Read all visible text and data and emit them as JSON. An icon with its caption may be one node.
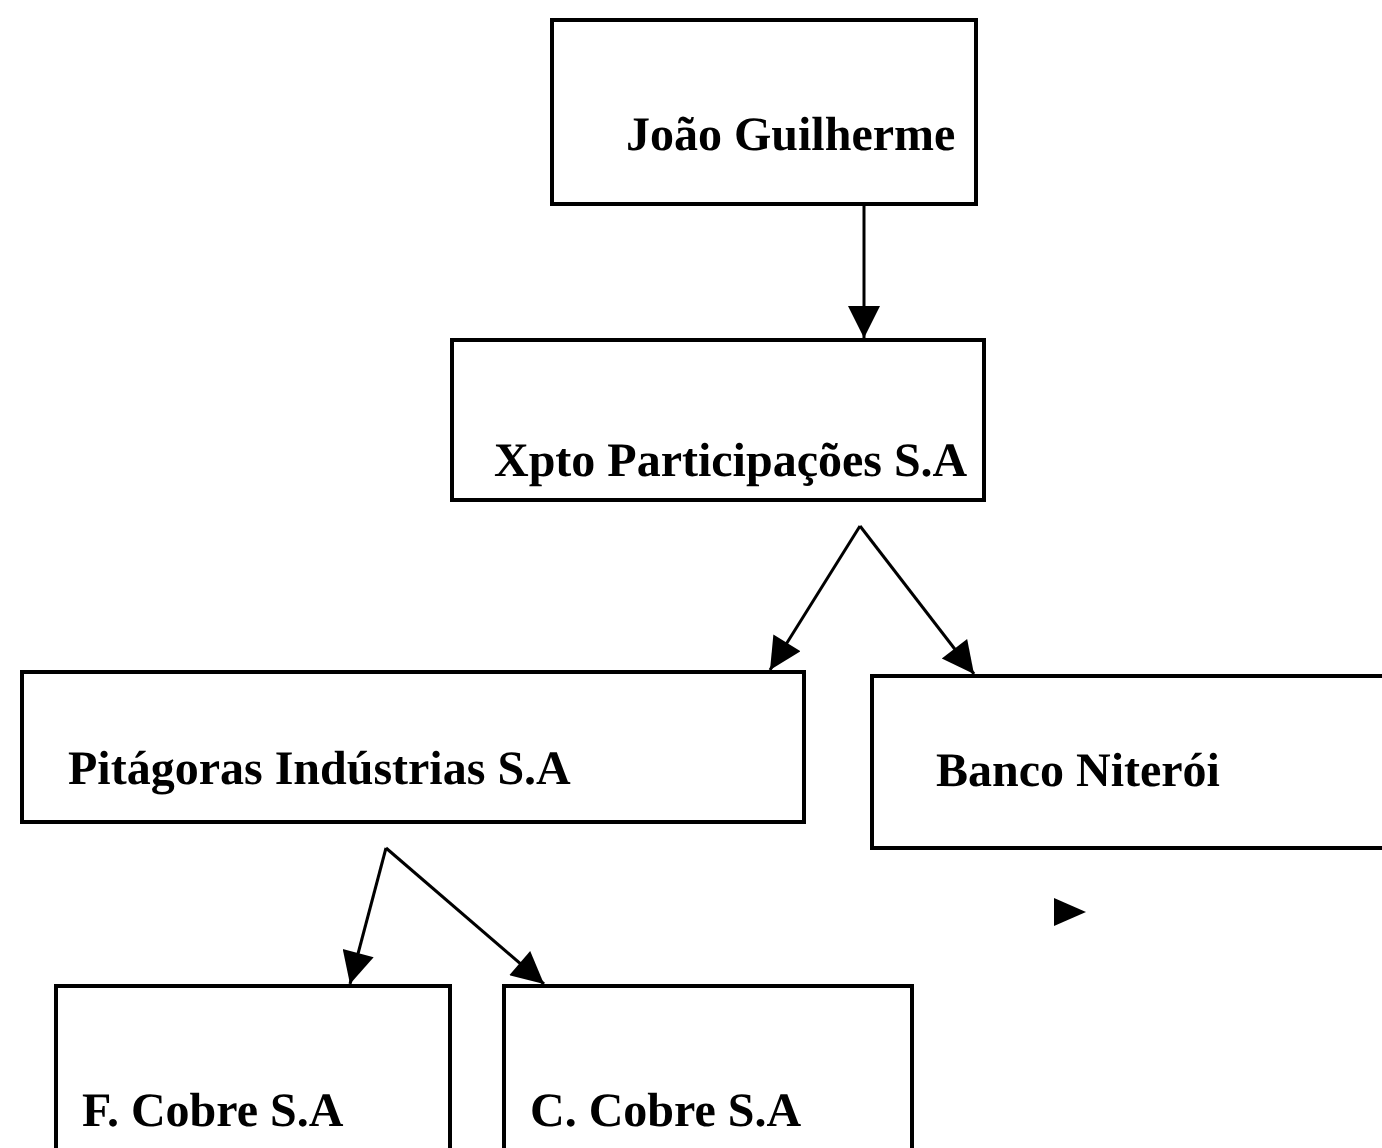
{
  "diagram": {
    "nodes": [
      {
        "text": [
          "João Guilherme"
        ]
      },
      {
        "text": [
          "Xpto Participações S.A"
        ]
      },
      {
        "text": [
          "Pitágoras Indústrias S.A"
        ]
      },
      {
        "text": [
          "Banco Niterói"
        ]
      },
      {
        "text": [
          "F. Cobre S.A"
        ]
      },
      {
        "text": [
          "C. Cobre S.A"
        ]
      }
    ],
    "edges": [
      {
        "from": 0,
        "to": 1,
        "arrow": "to"
      },
      {
        "from": 1,
        "to": 2,
        "arrow": "to"
      },
      {
        "from": 1,
        "to": 3,
        "arrow": "to"
      },
      {
        "from": 2,
        "to": 4,
        "arrow": "to"
      },
      {
        "from": 2,
        "to": 5,
        "arrow": "to"
      }
    ]
  }
}
